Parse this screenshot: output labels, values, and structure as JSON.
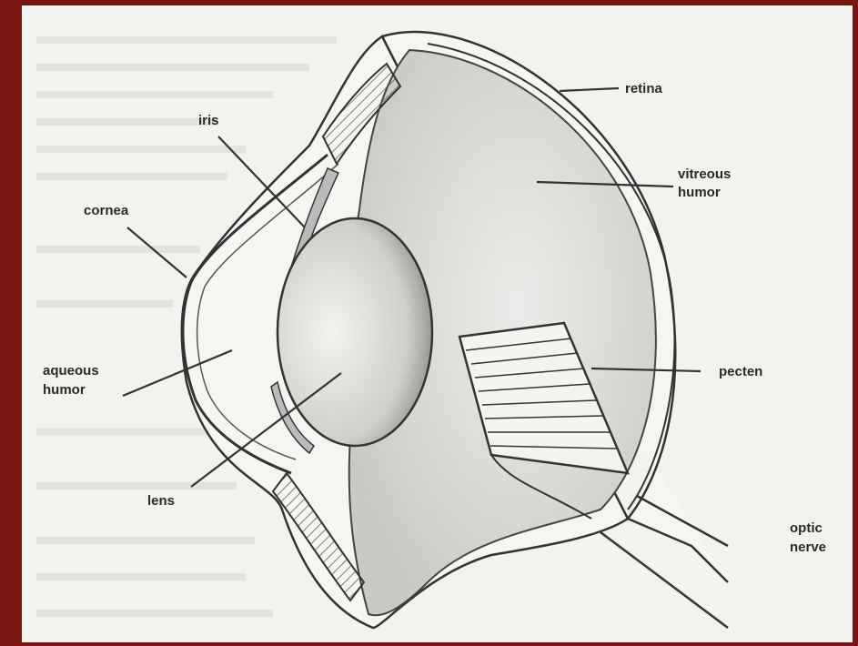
{
  "diagram": {
    "title": "",
    "labels": {
      "retina": "retina",
      "iris": "iris",
      "vitreous_humor_1": "vitreous",
      "vitreous_humor_2": "humor",
      "cornea": "cornea",
      "aqueous_humor_1": "aqueous",
      "aqueous_humor_2": "humor",
      "pecten": "pecten",
      "lens": "lens",
      "optic_nerve_1": "optic",
      "optic_nerve_2": "nerve"
    }
  },
  "colors": {
    "frame": "#7a1410",
    "paper": "#f2f2ef",
    "ink": "#2a2a2a",
    "fill_gray": "#d9d9d5"
  }
}
